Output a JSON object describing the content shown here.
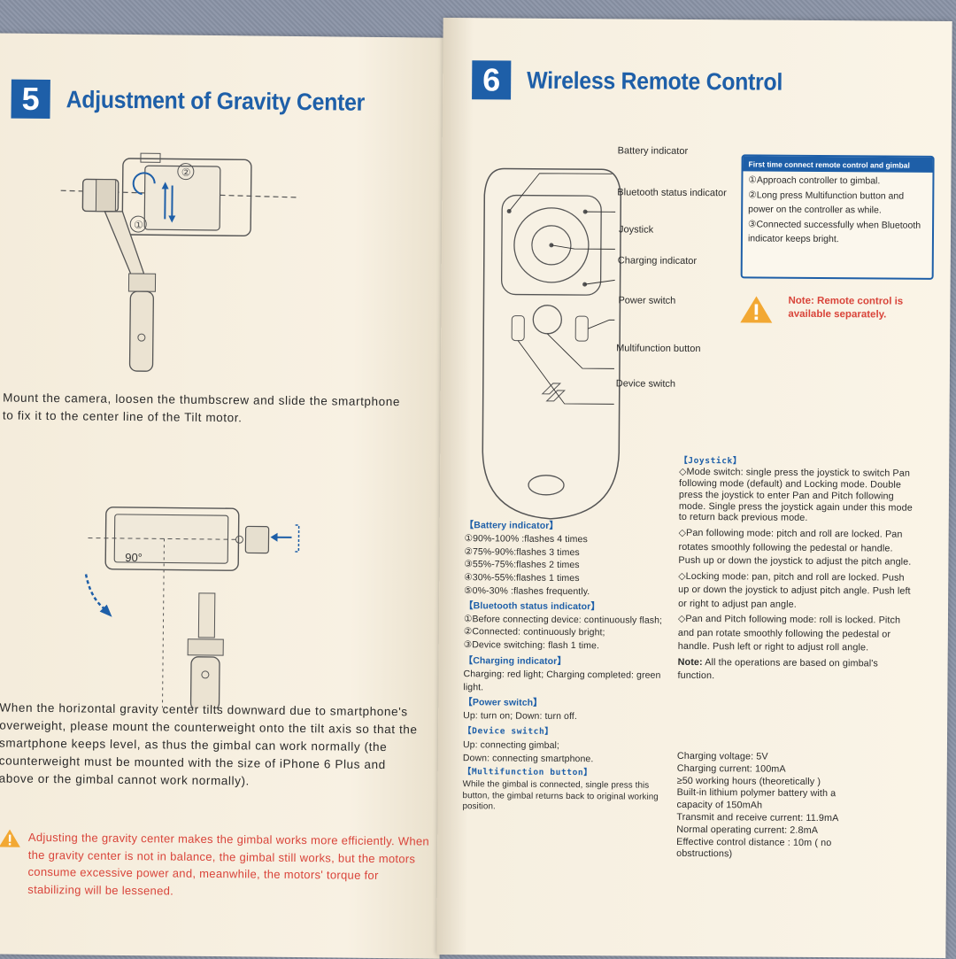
{
  "left": {
    "section_number": "5",
    "section_title": "Adjustment of Gravity Center",
    "diagram_marks": [
      "①",
      "②"
    ],
    "angle_label": "90°",
    "paragraph1": "Mount the camera, loosen the thumbscrew and slide the smartphone to fix it to the center line of the Tilt motor.",
    "paragraph2": "When the horizontal gravity center tilts downward due to smartphone's overweight, please mount the counterweight onto the tilt axis so that the smartphone keeps level, as thus the gimbal can work normally (the counterweight must be mounted with the size of iPhone 6 Plus and above or the gimbal cannot work normally).",
    "warning": "Adjusting the gravity center makes the gimbal works more efficiently. When the gravity center is not in balance, the gimbal still works, but the motors consume excessive power and, meanwhile, the motors' torque for stabilizing will be lessened."
  },
  "right": {
    "section_number": "6",
    "section_title": "Wireless Remote Control",
    "callouts": {
      "battery": "Battery indicator",
      "bluetooth": "Bluetooth status indicator",
      "joystick": "Joystick",
      "charging": "Charging indicator",
      "power": "Power switch",
      "multifunction": "Multifunction button",
      "device": "Device switch"
    },
    "info_box": {
      "title": "First time connect remote control and gimbal",
      "steps": [
        "①Approach controller to gimbal.",
        "②Long press Multifunction button and power on the controller as while.",
        "③Connected successfully when Bluetooth indicator keeps bright."
      ]
    },
    "note": {
      "label": "Note:",
      "text": "Remote control is available separately."
    },
    "battery_section": {
      "title": "【Battery indicator】",
      "lines": [
        "①90%-100% :flashes 4 times",
        "②75%-90%:flashes 3 times",
        "③55%-75%:flashes 2 times",
        "④30%-55%:flashes 1 times",
        "⑤0%-30% :flashes frequently."
      ]
    },
    "bluetooth_section": {
      "title": "【Bluetooth status indicator】",
      "lines": [
        "①Before connecting device: continuously flash;",
        "②Connected: continuously bright;",
        "③Device switching: flash 1 time."
      ]
    },
    "charging_section": {
      "title": "【Charging indicator】",
      "text": "Charging: red light; Charging completed: green light."
    },
    "power_section": {
      "title": "【Power switch】",
      "text": "Up: turn on; Down: turn off."
    },
    "device_section": {
      "title": "【Device switch】",
      "lines": [
        "Up: connecting   gimbal;",
        "Down: connecting   smartphone."
      ]
    },
    "multi_section": {
      "title": "【Multifunction button】",
      "text": "While the gimbal is connected, single press this button, the gimbal returns back to original working position."
    },
    "joystick_section": {
      "title": "【Joystick】",
      "paragraphs": [
        "◇Mode switch: single press the joystick to switch Pan following mode (default) and Locking mode. Double press the joystick to enter Pan and Pitch following mode. Single press the joystick again under this mode to return back previous mode.",
        "◇Pan following mode: pitch and roll are locked. Pan rotates smoothly following the pedestal or handle. Push up or down the joystick to adjust the pitch angle.",
        "◇Locking mode: pan, pitch and roll are locked. Push up or down the joystick to adjust pitch angle. Push left or right to adjust pan angle.",
        "◇Pan and Pitch following mode: roll is locked. Pitch and pan rotate smoothly following the pedestal or handle. Push left or right to adjust roll angle."
      ],
      "note_label": "Note:",
      "note_text": "All the operations are based on gimbal's function."
    },
    "specs": [
      "Charging voltage: 5V",
      "Charging current: 100mA",
      "≥50 working hours (theoretically )",
      "Built-in lithium polymer battery with a capacity of 150mAh",
      "Transmit and receive current: 11.9mA",
      "Normal operating current: 2.8mA",
      "Effective control distance : 10m ( no obstructions)"
    ]
  },
  "colors": {
    "accent": "#1e5fa8",
    "warning": "#d9443a",
    "paper": "#f7f0e1"
  }
}
